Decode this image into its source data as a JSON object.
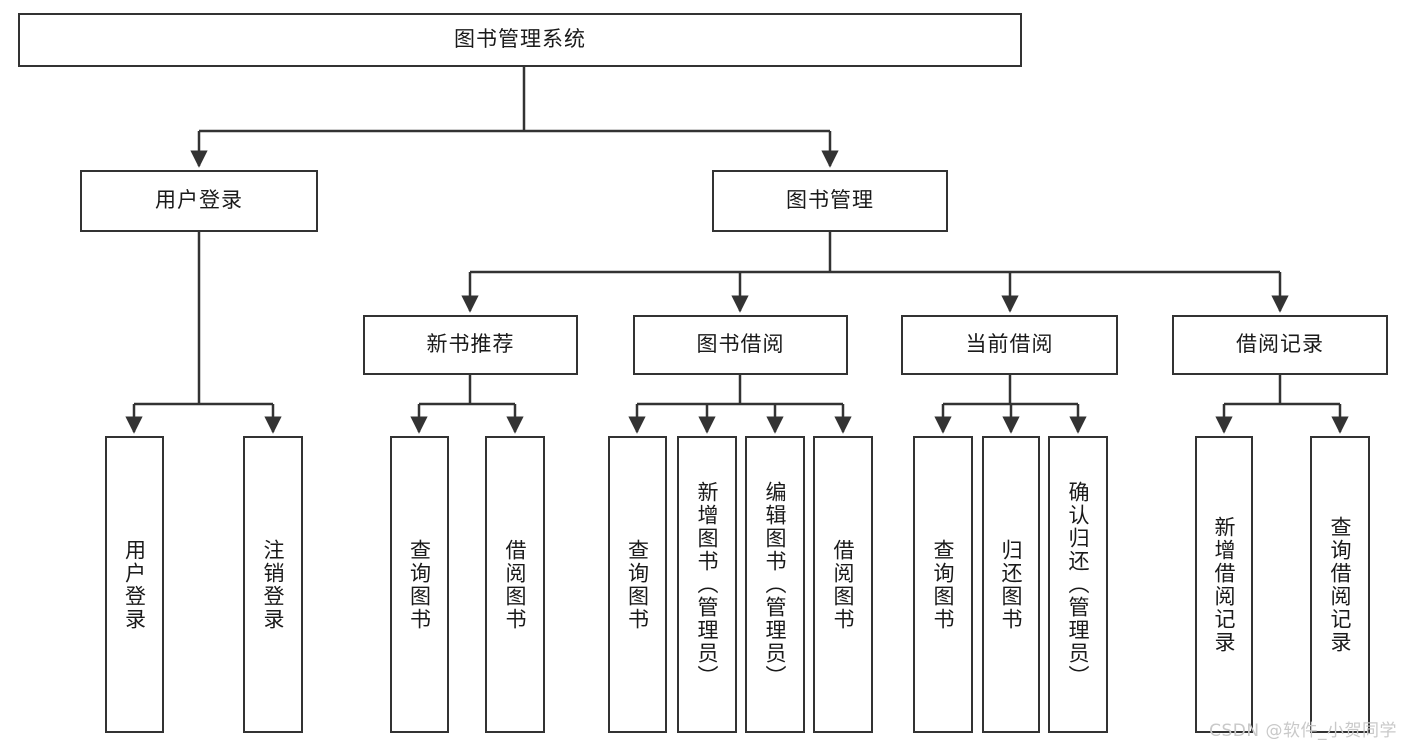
{
  "diagram": {
    "title": "图书管理系统",
    "type": "tree-hierarchy-diagram",
    "colors": {
      "stroke": "#333333",
      "fill": "#ffffff",
      "text": "#1a1a1a",
      "watermark": "#c9c9c9"
    },
    "root": {
      "label": "图书管理系统"
    },
    "level2": [
      {
        "id": "user-login",
        "label": "用户登录"
      },
      {
        "id": "book-management",
        "label": "图书管理"
      }
    ],
    "level3": [
      {
        "id": "new-book-recommend",
        "label": "新书推荐"
      },
      {
        "id": "book-borrow",
        "label": "图书借阅"
      },
      {
        "id": "current-borrow",
        "label": "当前借阅"
      },
      {
        "id": "borrow-record",
        "label": "借阅记录"
      }
    ],
    "leaves": {
      "user_login": [
        {
          "id": "leaf-user-login",
          "label": "用户登录"
        },
        {
          "id": "leaf-logout-login",
          "label": "注销登录"
        }
      ],
      "new_book_recommend": [
        {
          "id": "leaf-query-book-1",
          "label": "查询图书"
        },
        {
          "id": "leaf-borrow-book-1",
          "label": "借阅图书"
        }
      ],
      "book_borrow": [
        {
          "id": "leaf-query-book-2",
          "label": "查询图书"
        },
        {
          "id": "leaf-add-book",
          "label": "新增图书（管理员）"
        },
        {
          "id": "leaf-edit-book",
          "label": "编辑图书（管理员）"
        },
        {
          "id": "leaf-borrow-book-2",
          "label": "借阅图书"
        }
      ],
      "current_borrow": [
        {
          "id": "leaf-query-book-3",
          "label": "查询图书"
        },
        {
          "id": "leaf-return-book",
          "label": "归还图书"
        },
        {
          "id": "leaf-confirm-return",
          "label": "确认归还（管理员）"
        }
      ],
      "borrow_record": [
        {
          "id": "leaf-add-record",
          "label": "新增借阅记录"
        },
        {
          "id": "leaf-query-record",
          "label": "查询借阅记录"
        }
      ]
    }
  },
  "watermark": {
    "text": "CSDN @软件_小贺同学"
  }
}
